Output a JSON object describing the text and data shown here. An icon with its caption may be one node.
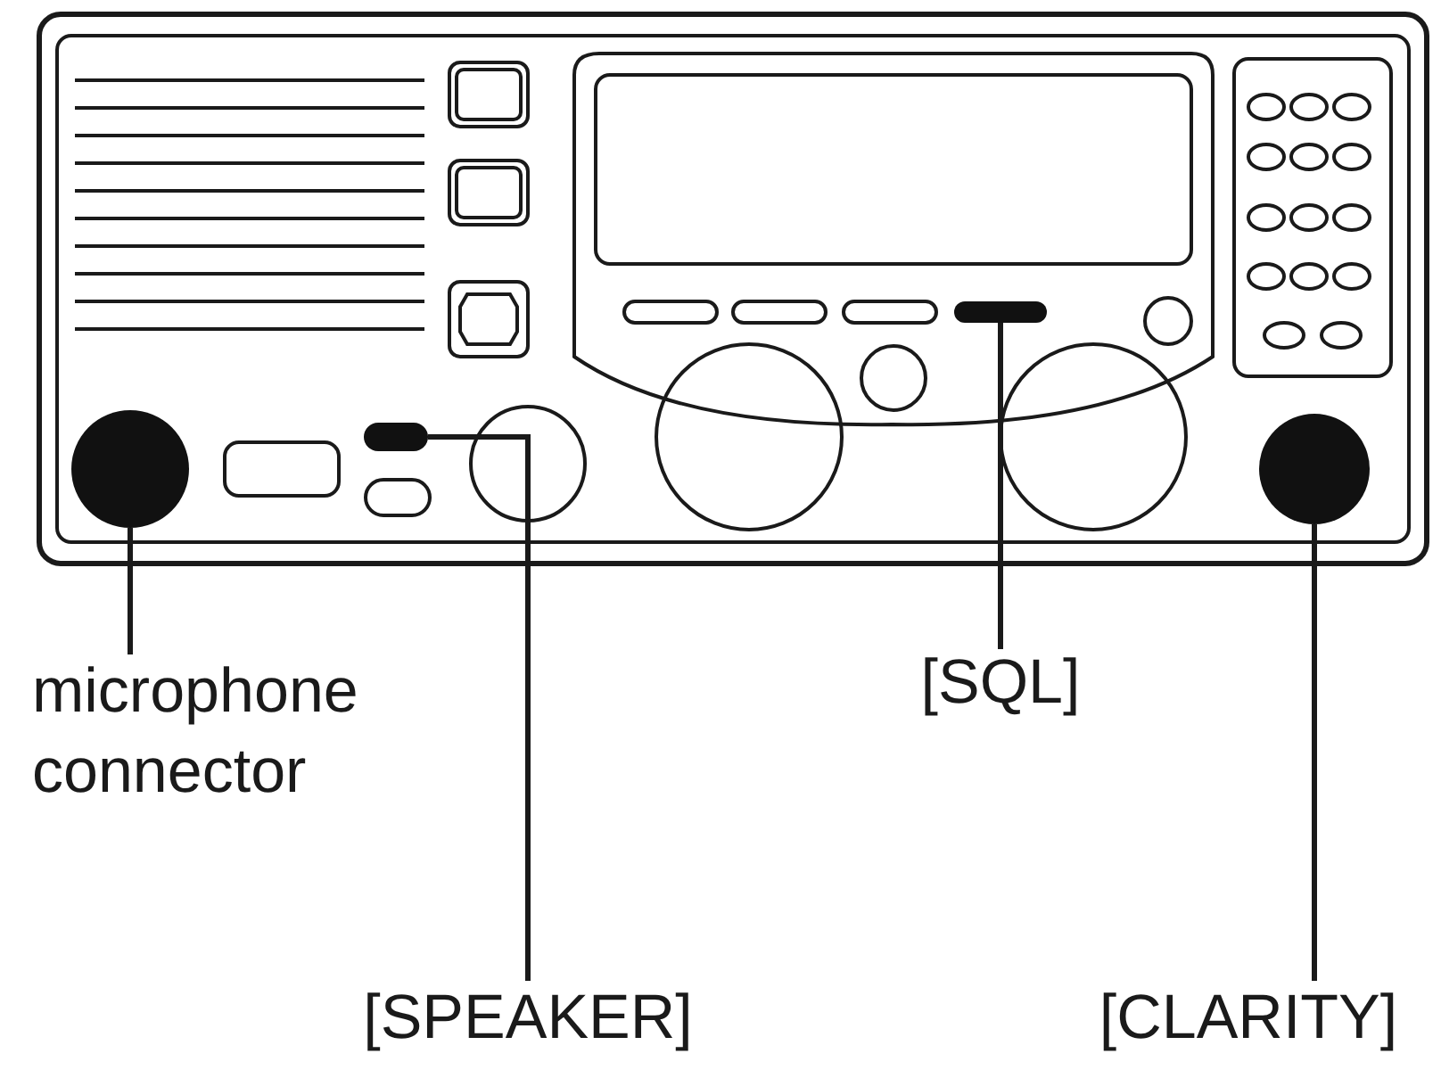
{
  "diagram": {
    "nodes": [
      {
        "text": [
          "microphone connector"
        ]
      },
      {
        "text": [],
        "shape": "circle"
      },
      {
        "text": [
          "[SPEAKER]"
        ]
      },
      {
        "text": [],
        "shape": "box"
      },
      {
        "text": [
          "[SQL]"
        ]
      },
      {
        "text": [],
        "shape": "bar"
      },
      {
        "text": [
          "[CLARITY]"
        ]
      },
      {
        "text": [],
        "shape": "circle"
      }
    ],
    "edges": [
      {
        "from": 0,
        "to": 1,
        "arrow": "none"
      },
      {
        "from": 2,
        "to": 3,
        "arrow": "none"
      },
      {
        "from": 4,
        "to": 5,
        "arrow": "none"
      },
      {
        "from": 6,
        "to": 7,
        "arrow": "none"
      }
    ]
  }
}
